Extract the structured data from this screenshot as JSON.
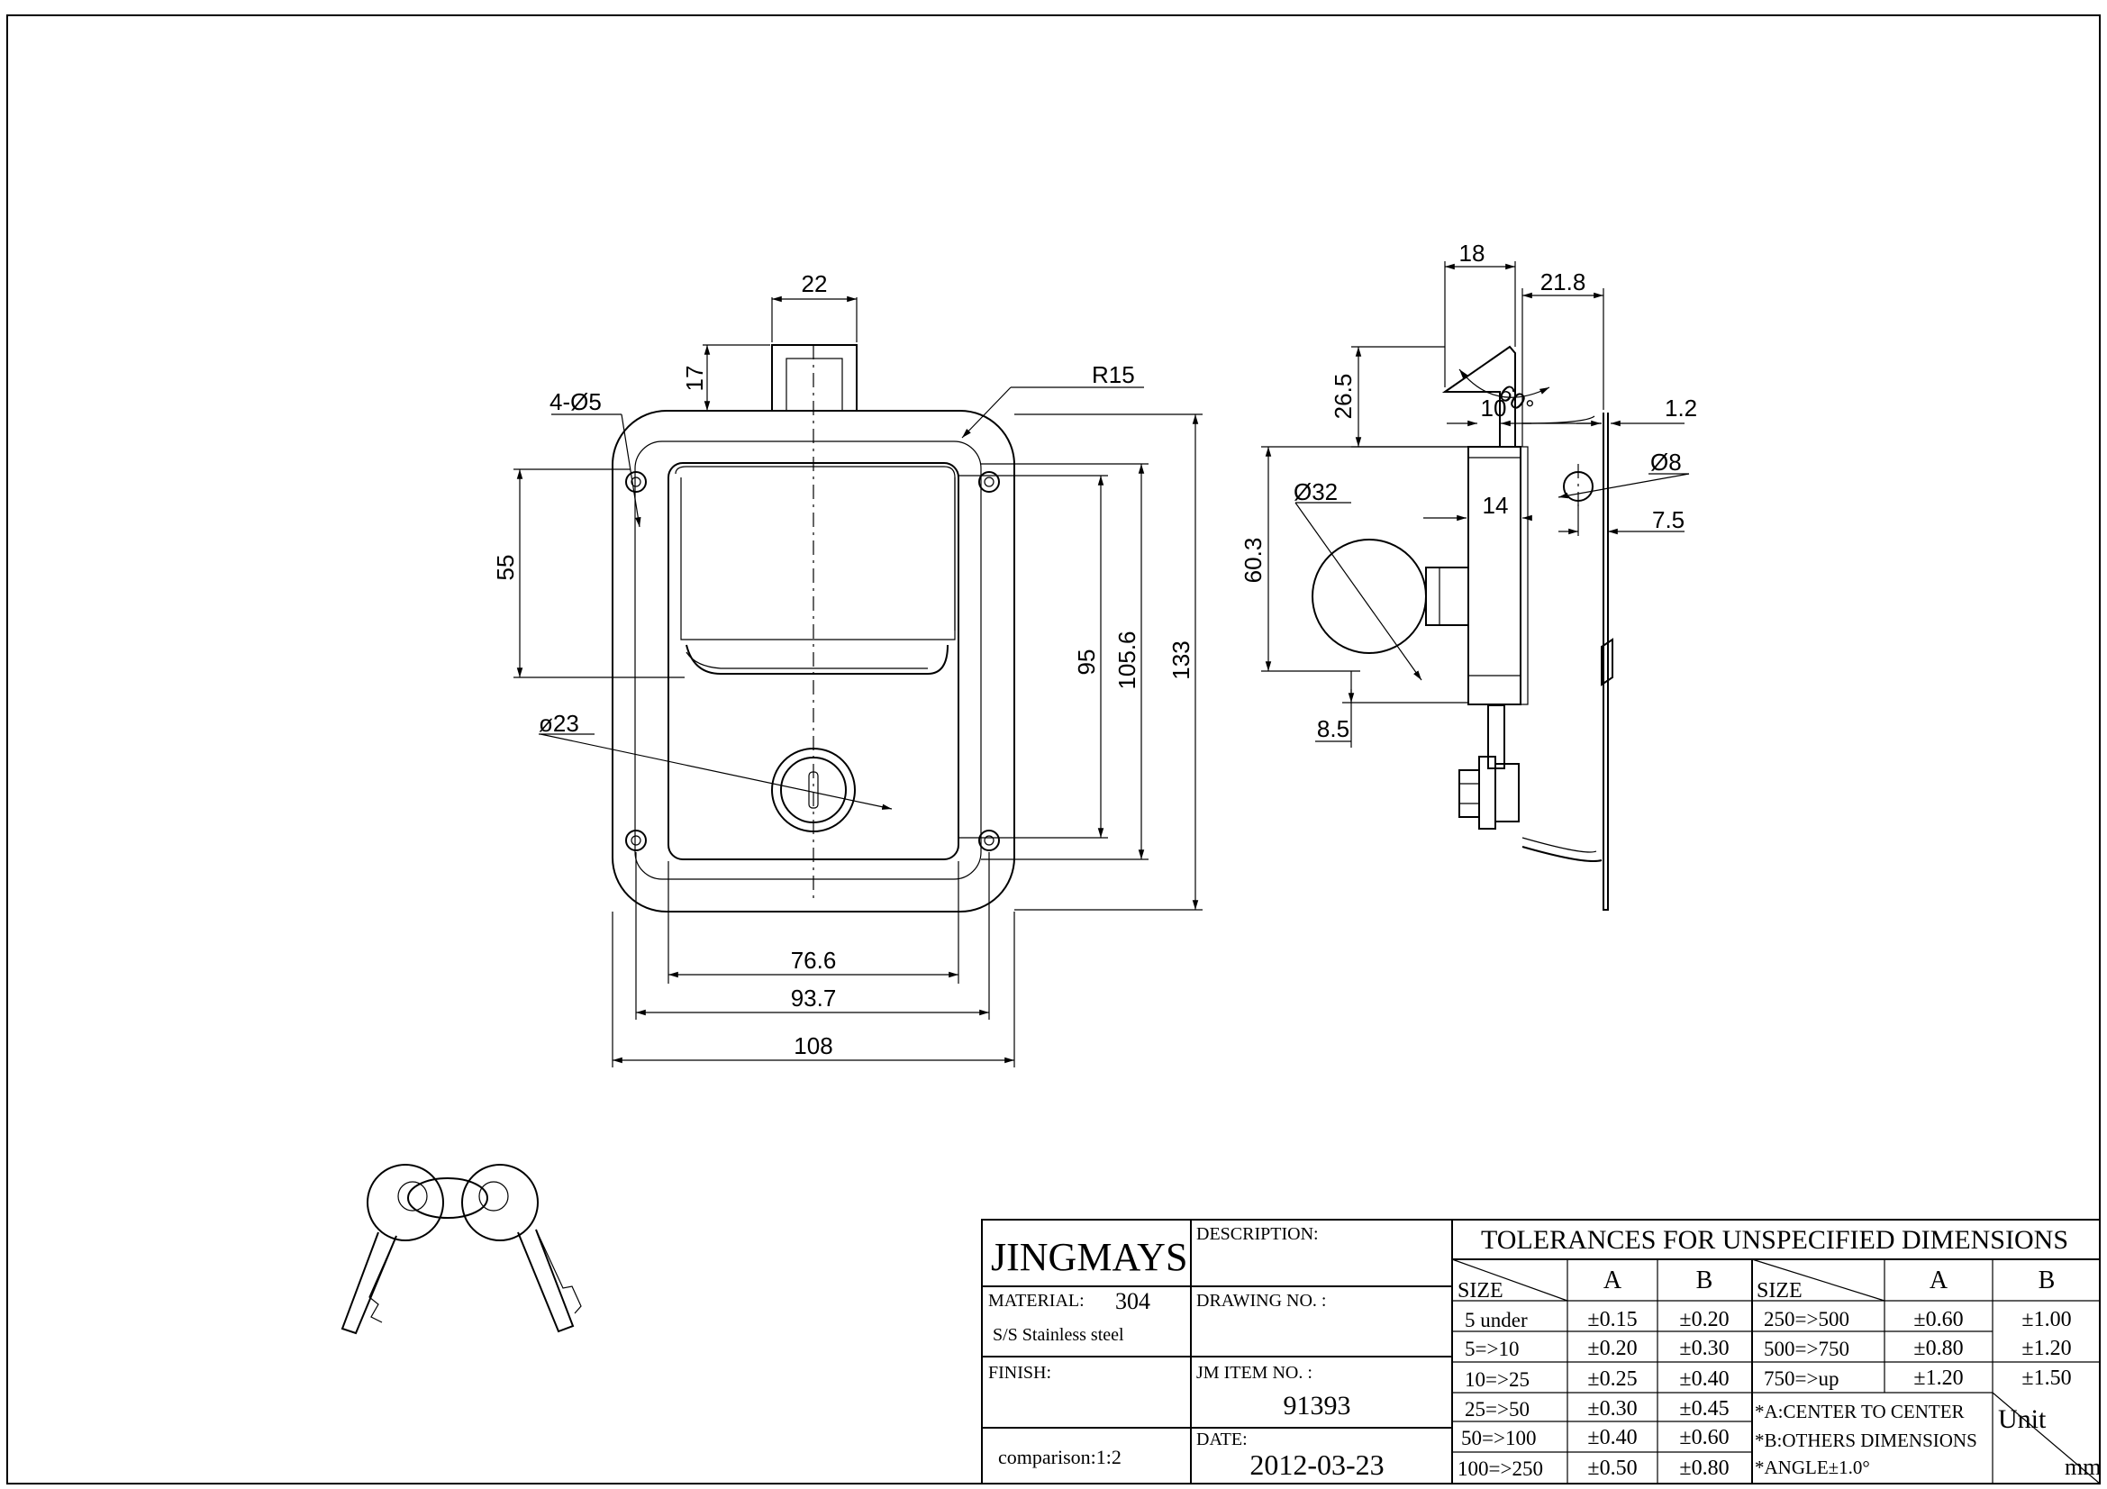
{
  "front_view": {
    "dims": {
      "tab_width": "22",
      "tab_height": "17",
      "holes": "4-Ø5",
      "corner_radius": "R15",
      "hole_spacing_v": "55",
      "lock_dia": "ø23",
      "inner_height": "95",
      "pan_height": "105.6",
      "overall_height": "133",
      "pan_width": "76.6",
      "hole_spacing_h": "93.7",
      "overall_width": "108"
    }
  },
  "side_view": {
    "dims": {
      "cam_width": "18",
      "depth": "21.8",
      "cam_height": "26.5",
      "angle": "60°",
      "cam_offset": "10",
      "plate_thickness": "1.2",
      "pin_dia": "Ø8",
      "knob_dia": "Ø32",
      "stem": "14",
      "pin_offset": "7.5",
      "knob_height": "60.3",
      "bottom_offset": "8.5"
    }
  },
  "title_block": {
    "company": "JINGMAYS",
    "description_label": "DESCRIPTION:",
    "material_label": "MATERIAL:",
    "material_value": "304",
    "material_desc": "S/S Stainless steel",
    "drawing_no_label": "DRAWING NO. :",
    "finish_label": "FINISH:",
    "item_no_label": "JM ITEM NO. :",
    "item_no_value": "91393",
    "comparison": "comparison:1:2",
    "date_label": "DATE:",
    "date_value": "2012-03-23",
    "tol_title": "TOLERANCES FOR UNSPECIFIED DIMENSIONS",
    "col_size": "SIZE",
    "col_a": "A",
    "col_b": "B",
    "left_rows": [
      {
        "size": "5 under",
        "a": "±0.15",
        "b": "±0.20"
      },
      {
        "size": "5=>10",
        "a": "±0.20",
        "b": "±0.30"
      },
      {
        "size": "10=>25",
        "a": "±0.25",
        "b": "±0.40"
      },
      {
        "size": "25=>50",
        "a": "±0.30",
        "b": "±0.45"
      },
      {
        "size": "50=>100",
        "a": "±0.40",
        "b": "±0.60"
      },
      {
        "size": "100=>250",
        "a": "±0.50",
        "b": "±0.80"
      }
    ],
    "right_rows": [
      {
        "size": "250=>500",
        "a": "±0.60",
        "b": "±1.00"
      },
      {
        "size": "500=>750",
        "a": "±0.80",
        "b": "±1.20"
      },
      {
        "size": "750=>up",
        "a": "±1.20",
        "b": "±1.50"
      }
    ],
    "notes": [
      "*A:CENTER TO CENTER",
      "*B:OTHERS DIMENSIONS",
      "*ANGLE±1.0°"
    ],
    "unit_label": "Unit",
    "unit_value": "mm"
  }
}
